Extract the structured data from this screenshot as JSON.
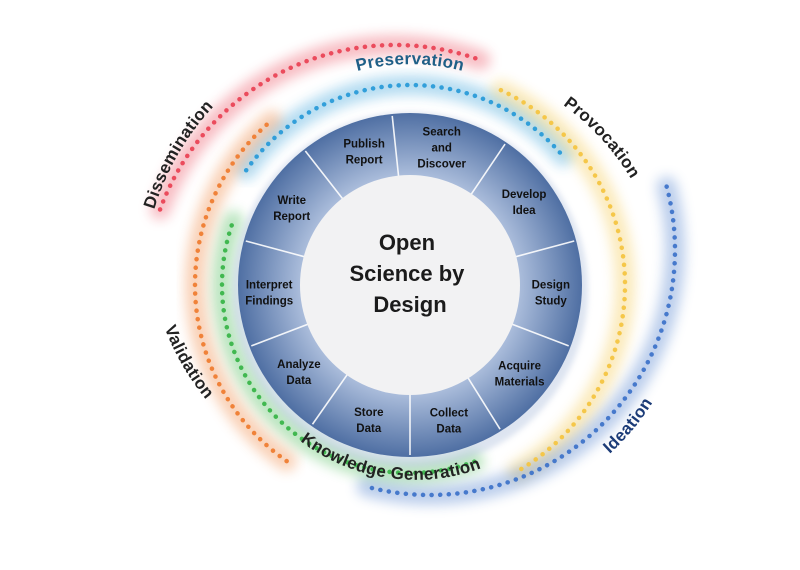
{
  "center": {
    "lines": [
      "Open",
      "Science by",
      "Design"
    ]
  },
  "segments": [
    {
      "lines": [
        "Search",
        "and",
        "Discover"
      ]
    },
    {
      "lines": [
        "Develop",
        "Idea"
      ]
    },
    {
      "lines": [
        "Design",
        "Study"
      ]
    },
    {
      "lines": [
        "Acquire",
        "Materials"
      ]
    },
    {
      "lines": [
        "Collect",
        "Data"
      ]
    },
    {
      "lines": [
        "Store",
        "Data"
      ]
    },
    {
      "lines": [
        "Analyze",
        "Data"
      ]
    },
    {
      "lines": [
        "Interpret",
        "Findings"
      ]
    },
    {
      "lines": [
        "Write",
        "Report"
      ]
    },
    {
      "lines": [
        "Publish",
        "Report"
      ]
    }
  ],
  "phases": [
    {
      "label": "Preservation",
      "color": "#2a9bd8",
      "text_color": "#1f5f87"
    },
    {
      "label": "Provocation",
      "color": "#f4c542",
      "text_color": "#222222"
    },
    {
      "label": "Ideation",
      "color": "#3f74c9",
      "text_color": "#1c3c78"
    },
    {
      "label": "Knowledge Generation",
      "color": "#3ab54a",
      "text_color": "#222222"
    },
    {
      "label": "Validation",
      "color": "#ef7d32",
      "text_color": "#222222"
    },
    {
      "label": "Dissemination",
      "color": "#ea4456",
      "text_color": "#222222"
    }
  ],
  "colors": {
    "ring_outer": "#4f6fa3",
    "ring_inner": "#b9c9e4",
    "center_fill": "#f2f2f3",
    "divider": "#ffffff"
  }
}
